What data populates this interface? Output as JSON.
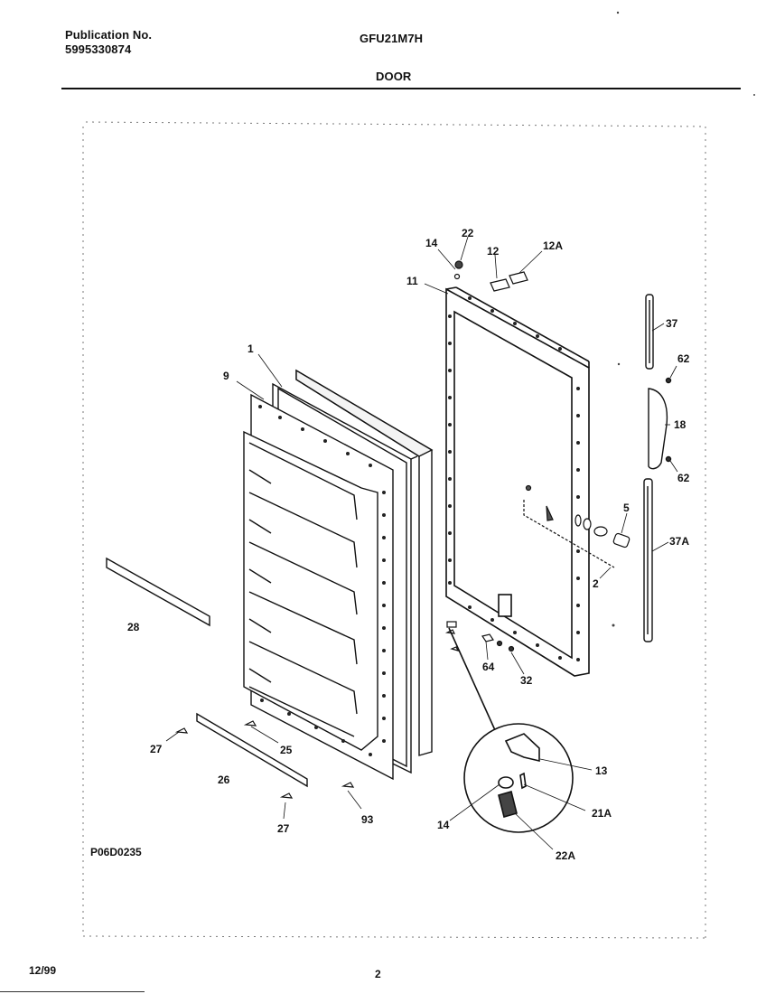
{
  "header": {
    "publication_label": "Publication No.",
    "publication_number": "5995330874",
    "model": "GFU21M7H",
    "section_title": "DOOR"
  },
  "figure": {
    "code": "P06D0235",
    "part_labels": {
      "p1": "1",
      "p9": "9",
      "p11": "11",
      "p14a": "14",
      "p22": "22",
      "p12": "12",
      "p12a": "12A",
      "p37": "37",
      "p62a": "62",
      "p18": "18",
      "p62b": "62",
      "p5": "5",
      "p37a": "37A",
      "p2": "2",
      "p28": "28",
      "p64": "64",
      "p32": "32",
      "p27a": "27",
      "p25": "25",
      "p26": "26",
      "p27b": "27",
      "p93": "93",
      "p13": "13",
      "p14b": "14",
      "p21a": "21A",
      "p22a": "22A"
    }
  },
  "footer": {
    "date": "12/99",
    "page": "2"
  }
}
